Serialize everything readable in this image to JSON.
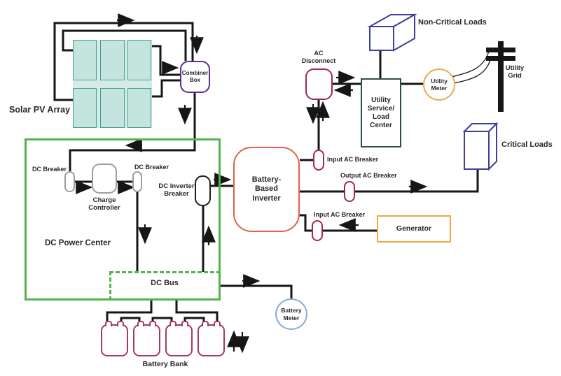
{
  "labels": {
    "solar_pv_array": "Solar PV Array",
    "combiner_box": "Combiner\nBox",
    "dc_breaker_left": "DC Breaker",
    "dc_breaker_right": "DC Breaker",
    "charge_controller": "Charge\nController",
    "dc_inverter_breaker": "DC Inverter\nBreaker",
    "dc_power_center": "DC Power Center",
    "dc_bus": "DC Bus",
    "battery_bank": "Battery Bank",
    "battery_meter": "Battery\nMeter",
    "battery_based_inverter": "Battery-\nBased\nInverter",
    "input_ac_breaker_top": "Input AC Breaker",
    "output_ac_breaker": "Output AC Breaker",
    "input_ac_breaker_bottom": "Input AC Breaker",
    "generator": "Generator",
    "ac_disconnect": "AC\nDisconnect",
    "utility_service_load_center": "Utility\nService/\nLoad\nCenter",
    "utility_meter": "Utility\nMeter",
    "utility_grid": "Utility\nGrid",
    "non_critical_loads": "Non-Critical Loads",
    "critical_loads": "Critical Loads"
  },
  "colors": {
    "wire": "#161616",
    "dc_power_center_green": "#54b44c",
    "combiner_purple": "#5d2e8f",
    "breaker_gray": "#9d9d9d",
    "inverter_coral": "#e0624b",
    "ac_maroon": "#9e2a48",
    "battery_maroon": "#a43a5e",
    "generator_orange": "#f0a73e",
    "utility_meter_orange": "#efa94d",
    "battery_meter_blue": "#85aed6",
    "utility_service_green": "#2a5140",
    "loads_navy": "#3d3f9e",
    "pv_panel_fill": "#c5e4de",
    "pv_panel_border": "#44a095"
  }
}
